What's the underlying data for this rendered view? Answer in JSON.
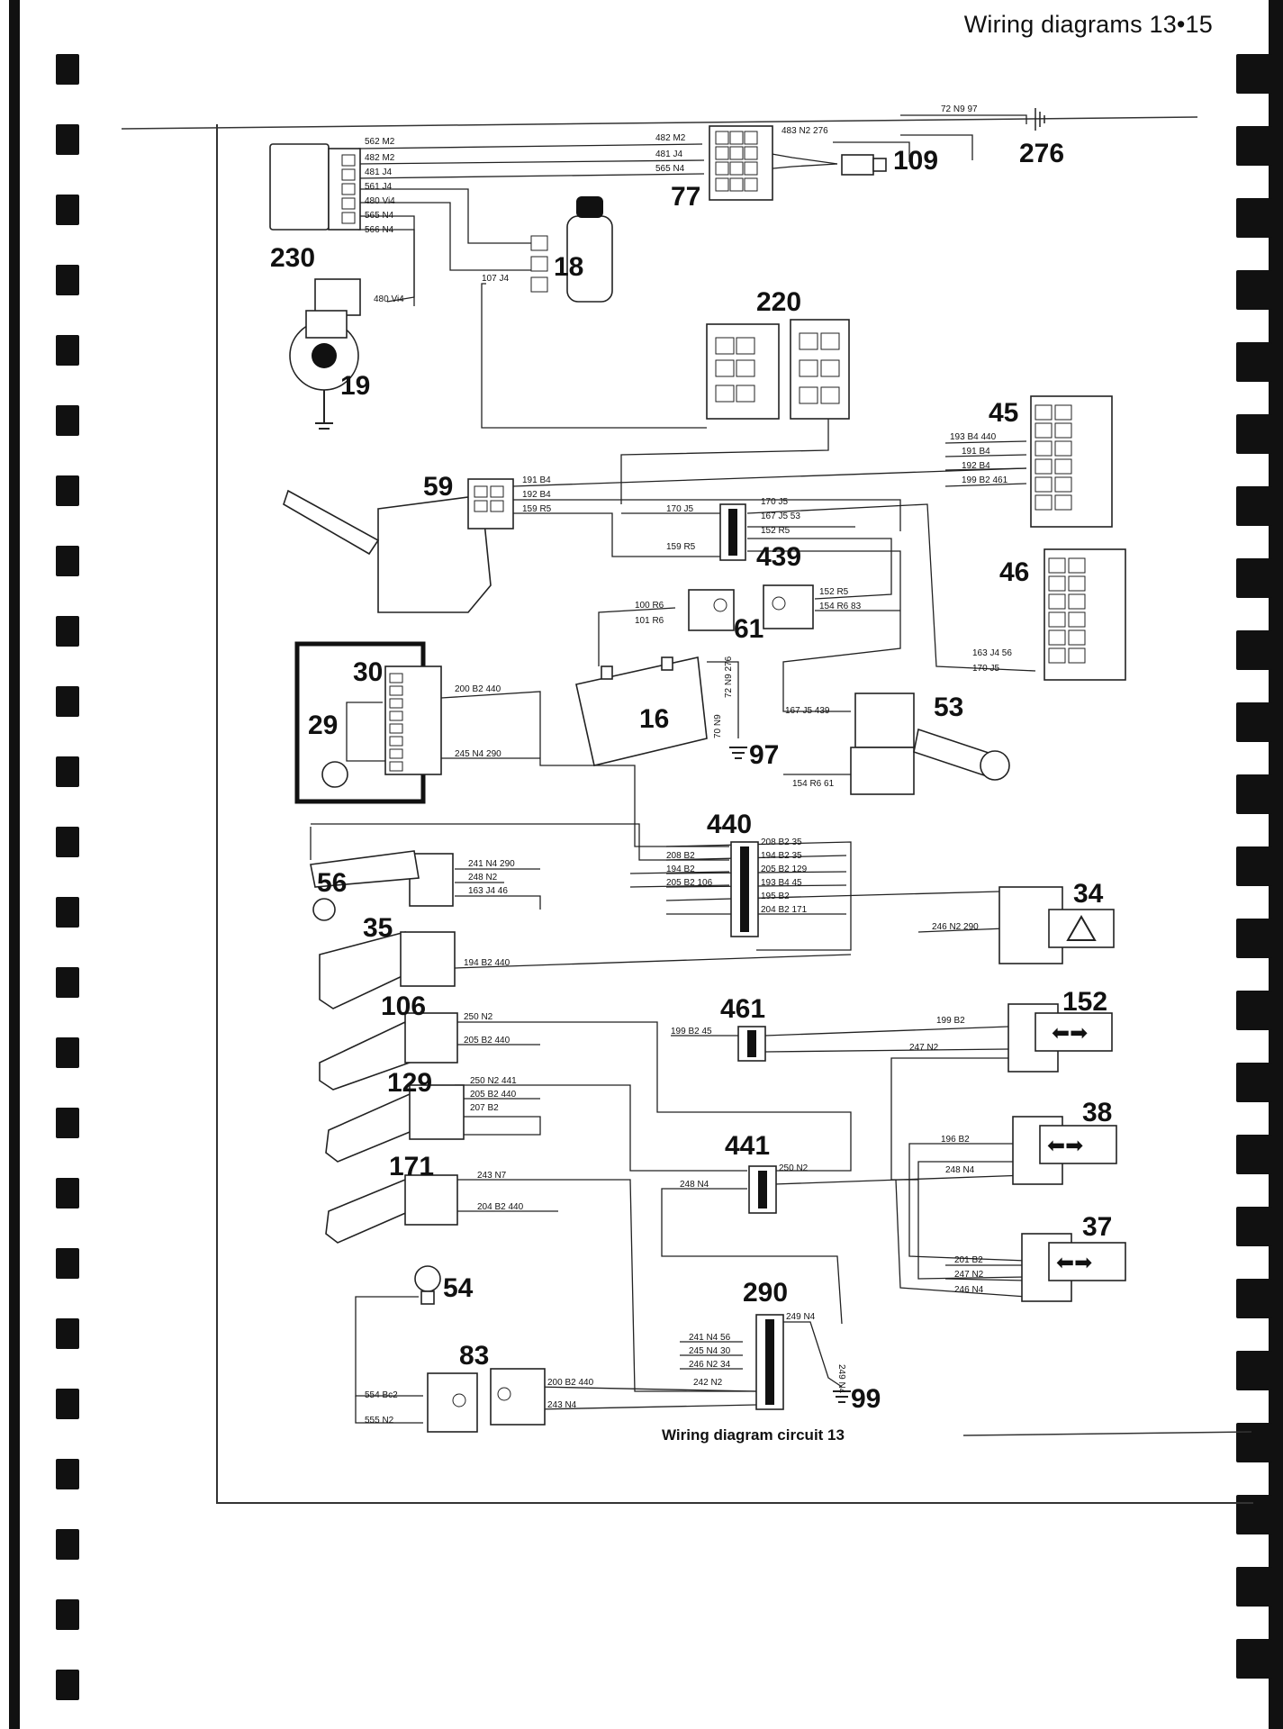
{
  "header": {
    "text": "Wiring diagrams 13•15"
  },
  "caption": "Wiring diagram circuit 13",
  "components": [
    {
      "id": "276"
    },
    {
      "id": "109"
    },
    {
      "id": "77"
    },
    {
      "id": "230"
    },
    {
      "id": "18"
    },
    {
      "id": "19"
    },
    {
      "id": "220"
    },
    {
      "id": "45"
    },
    {
      "id": "59"
    },
    {
      "id": "439"
    },
    {
      "id": "46"
    },
    {
      "id": "61"
    },
    {
      "id": "30"
    },
    {
      "id": "29"
    },
    {
      "id": "16"
    },
    {
      "id": "53"
    },
    {
      "id": "97"
    },
    {
      "id": "440"
    },
    {
      "id": "56"
    },
    {
      "id": "34"
    },
    {
      "id": "35"
    },
    {
      "id": "461"
    },
    {
      "id": "152"
    },
    {
      "id": "106"
    },
    {
      "id": "38"
    },
    {
      "id": "129"
    },
    {
      "id": "441"
    },
    {
      "id": "171"
    },
    {
      "id": "37"
    },
    {
      "id": "290"
    },
    {
      "id": "54"
    },
    {
      "id": "83"
    },
    {
      "id": "99"
    }
  ],
  "wire_labels": [
    "72 N9 97",
    "483 N2 276",
    "562 M2",
    "482 M2",
    "481 J4",
    "561 J4",
    "480 Vi4",
    "565 N4",
    "566 N4",
    "482 M2",
    "481 J4",
    "565 N4",
    "107 J4",
    "480 Vi4",
    "193 B4 440",
    "191 B4",
    "192 B4",
    "199 B2 461",
    "191 B4",
    "192 B4",
    "159 R5",
    "170 J5",
    "170 J5",
    "167 J5 53",
    "152 R5",
    "159 R5",
    "152 R5",
    "154 R6 83",
    "100 R6",
    "101 R6",
    "163 J4 56",
    "170 J5",
    "200 B2 440",
    "245 N4 290",
    "72 N9 276",
    "70 N9",
    "167 J5 439",
    "154 R6 61",
    "208 B2 35",
    "194 B2 35",
    "205 B2 129",
    "193 B4 45",
    "195 B2",
    "204 B2 171",
    "208 B2",
    "194 B2",
    "205 B2 106",
    "241 N4 290",
    "248 N2",
    "163 J4 46",
    "246 N2 290",
    "194 B2 440",
    "250 N2",
    "205 B2 440",
    "199 B2 45",
    "199 B2",
    "247 N2",
    "250 N2 441",
    "205 B2 440",
    "207 B2",
    "196 B2",
    "248 N4",
    "250 N2",
    "248 N4",
    "243 N7",
    "204 B2 440",
    "201 B2",
    "247 N2",
    "246 N4",
    "241 N4 56",
    "245 N4 30",
    "246 N2 34",
    "242 N2",
    "249 N4",
    "249 N4",
    "554 Bc2",
    "555 N2",
    "200 B2 440",
    "243 N4"
  ]
}
